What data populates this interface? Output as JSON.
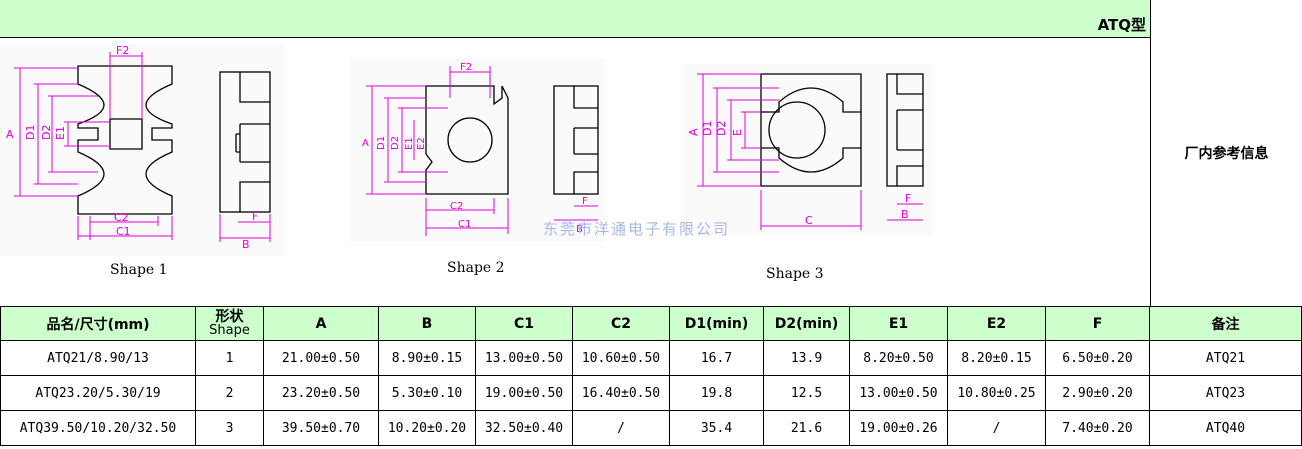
{
  "title": "ATQ型",
  "side_info": "厂内参考信息",
  "watermark": "东莞市洋通电子有限公司",
  "shapes": [
    {
      "label": "Shape 1",
      "dims": {
        "a": "A",
        "d1": "D1",
        "d2": "D2",
        "e1": "E1",
        "f2": "F2",
        "c2": "C2",
        "c1": "C1",
        "f": "F",
        "b": "B"
      }
    },
    {
      "label": "Shape 2",
      "dims": {
        "a": "A",
        "d1": "D1",
        "d2": "D2",
        "e1": "E1",
        "e2": "E2",
        "f2": "F2",
        "c2": "C2",
        "c1": "C1",
        "f": "F",
        "b": "B"
      }
    },
    {
      "label": "Shape 3",
      "dims": {
        "a": "A",
        "d1": "D1",
        "d2": "D2",
        "e": "E",
        "c": "C",
        "f": "F",
        "b": "B"
      }
    }
  ],
  "table": {
    "headers": {
      "name": "品名/尺寸(mm)",
      "shape_top": "形状",
      "shape_bottom": "Shape",
      "a": "A",
      "b": "B",
      "c1": "C1",
      "c2": "C2",
      "d1": "D1(min)",
      "d2": "D2(min)",
      "e1": "E1",
      "e2": "E2",
      "f": "F",
      "remark": "备注"
    },
    "rows": [
      {
        "name": "ATQ21/8.90/13",
        "shape": "1",
        "a": "21.00±0.50",
        "b": "8.90±0.15",
        "c1": "13.00±0.50",
        "c2": "10.60±0.50",
        "d1": "16.7",
        "d2": "13.9",
        "e1": "8.20±0.50",
        "e2": "8.20±0.15",
        "f": "6.50±0.20",
        "remark": "ATQ21"
      },
      {
        "name": "ATQ23.20/5.30/19",
        "shape": "2",
        "a": "23.20±0.50",
        "b": "5.30±0.10",
        "c1": "19.00±0.50",
        "c2": "16.40±0.50",
        "d1": "19.8",
        "d2": "12.5",
        "e1": "13.00±0.50",
        "e2": "10.80±0.25",
        "f": "2.90±0.20",
        "remark": "ATQ23"
      },
      {
        "name": "ATQ39.50/10.20/32.50",
        "shape": "3",
        "a": "39.50±0.70",
        "b": "10.20±0.20",
        "c1": "32.50±0.40",
        "c2": "/",
        "d1": "35.4",
        "d2": "21.6",
        "e1": "19.00±0.26",
        "e2": "/",
        "f": "7.40±0.20",
        "remark": "ATQ40"
      }
    ]
  },
  "colors": {
    "header_bg": "#ccffcc",
    "dimension": "#e000e0",
    "outline": "#000000",
    "watermark": "#a7b8ee"
  }
}
